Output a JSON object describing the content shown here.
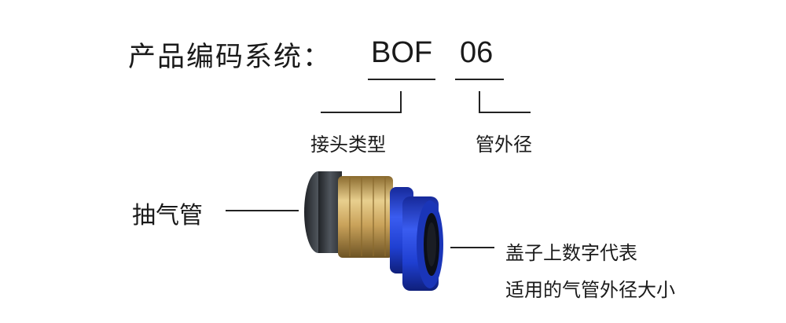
{
  "title": "产品编码系统：",
  "code": {
    "part_a": "BOF",
    "part_b": "06"
  },
  "labels": {
    "type": "接头类型",
    "diameter": "管外径",
    "pull_tube": "抽气管",
    "cap_note_1": "盖子上数字代表",
    "cap_note_2": "适用的气管外径大小"
  },
  "colors": {
    "cap_blue": "#1f3fd1",
    "brass": "#c9a25a",
    "seal": "#3b3f45"
  }
}
